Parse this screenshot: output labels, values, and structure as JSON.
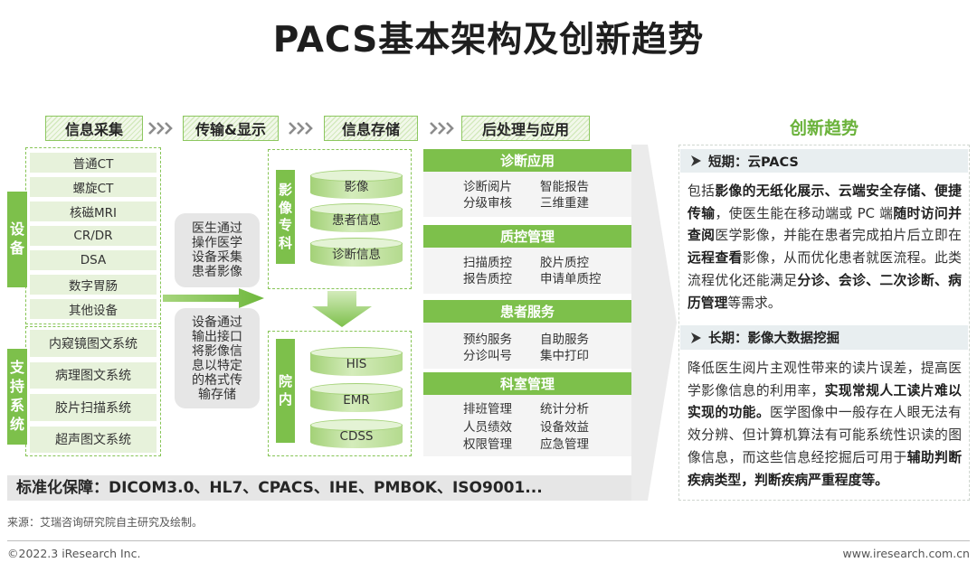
{
  "title": "PACS基本架构及创新趋势",
  "stages": [
    {
      "label": "信息采集"
    },
    {
      "label": "传输&显示"
    },
    {
      "label": "信息存储"
    },
    {
      "label": "后处理与应用"
    }
  ],
  "collection": {
    "devices": {
      "label": "设备",
      "items": [
        "普通CT",
        "螺旋CT",
        "核磁MRI",
        "CR/DR",
        "DSA",
        "数字胃肠",
        "其他设备"
      ]
    },
    "support_systems": {
      "label": "支持系统",
      "items": [
        "内窥镜图文系统",
        "病理图文系统",
        "胶片扫描系统",
        "超声图文系统"
      ]
    }
  },
  "transmission": {
    "capture_note": "医生通过操作医学设备采集患者影像",
    "output_note": "设备通过输出接口将影像信息以特定的格式传输存储"
  },
  "storage": {
    "specialty": {
      "label": "影像专科",
      "items": [
        "影像",
        "患者信息",
        "诊断信息"
      ]
    },
    "in_hospital": {
      "label": "院内",
      "items": [
        "HIS",
        "EMR",
        "CDSS"
      ]
    }
  },
  "applications": [
    {
      "title": "诊断应用",
      "items": [
        "诊断阅片",
        "智能报告",
        "分级审核",
        "三维重建"
      ]
    },
    {
      "title": "质控管理",
      "items": [
        "扫描质控",
        "胶片质控",
        "报告质控",
        "申请单质控"
      ]
    },
    {
      "title": "患者服务",
      "items": [
        "预约服务",
        "自助服务",
        "分诊叫号",
        "集中打印"
      ]
    },
    {
      "title": "科室管理",
      "items": [
        "排班管理",
        "统计分析",
        "人员绩效",
        "设备效益",
        "权限管理",
        "应急管理"
      ]
    }
  ],
  "standards": "标准化保障：DICOM3.0、HL7、CPACS、IHE、PMBOK、ISO9001...",
  "trends": {
    "title": "创新趋势",
    "short_term": {
      "heading": "短期：云PACS",
      "segments": [
        {
          "text": "包括",
          "bold": false
        },
        {
          "text": "影像的无纸化展示、云端安全存储、便捷传输",
          "bold": true
        },
        {
          "text": "，使医生能在移动端或 PC 端",
          "bold": false
        },
        {
          "text": "随时访问并查阅",
          "bold": true
        },
        {
          "text": "医学影像，并能在患者完成拍片后立即在",
          "bold": false
        },
        {
          "text": "远程查看",
          "bold": true
        },
        {
          "text": "影像，从而优化患者就医流程。此类流程优化还能满足",
          "bold": false
        },
        {
          "text": "分诊、会诊、二次诊断、病历管理",
          "bold": true
        },
        {
          "text": "等需求。",
          "bold": false
        }
      ]
    },
    "long_term": {
      "heading": "长期：影像大数据挖掘",
      "segments": [
        {
          "text": "降低医生阅片主观性带来的读片误差，提高医学影像信息的利用率，",
          "bold": false
        },
        {
          "text": "实现常规人工读片难以实现的功能。",
          "bold": true
        },
        {
          "text": "医学图像中一般存在人眼无法有效分辨、但计算机算法有可能系统性识读的图像信息，而这些信息经挖掘后可用于",
          "bold": false
        },
        {
          "text": "辅助判断疾病类型，判断疾病严重程度等。",
          "bold": true
        }
      ]
    }
  },
  "footer": {
    "source": "来源：艾瑞咨询研究院自主研究及绘制。",
    "copyright": "©2022.3 iResearch Inc.",
    "website": "www.iresearch.com.cn"
  },
  "colors": {
    "accent_green": "#7dc04b",
    "light_green": "#e7f2db",
    "trend_title_green": "#6ab23a",
    "gray_box": "#e6e6e6",
    "trend_header_bg": "#e8eef0"
  },
  "icons": {
    "stage_separator": "triple-chevron-right",
    "flow_right": "arrow-right",
    "flow_down": "arrow-down",
    "storage_item": "database-cylinder",
    "trend_bullet": "arrowhead-right"
  }
}
